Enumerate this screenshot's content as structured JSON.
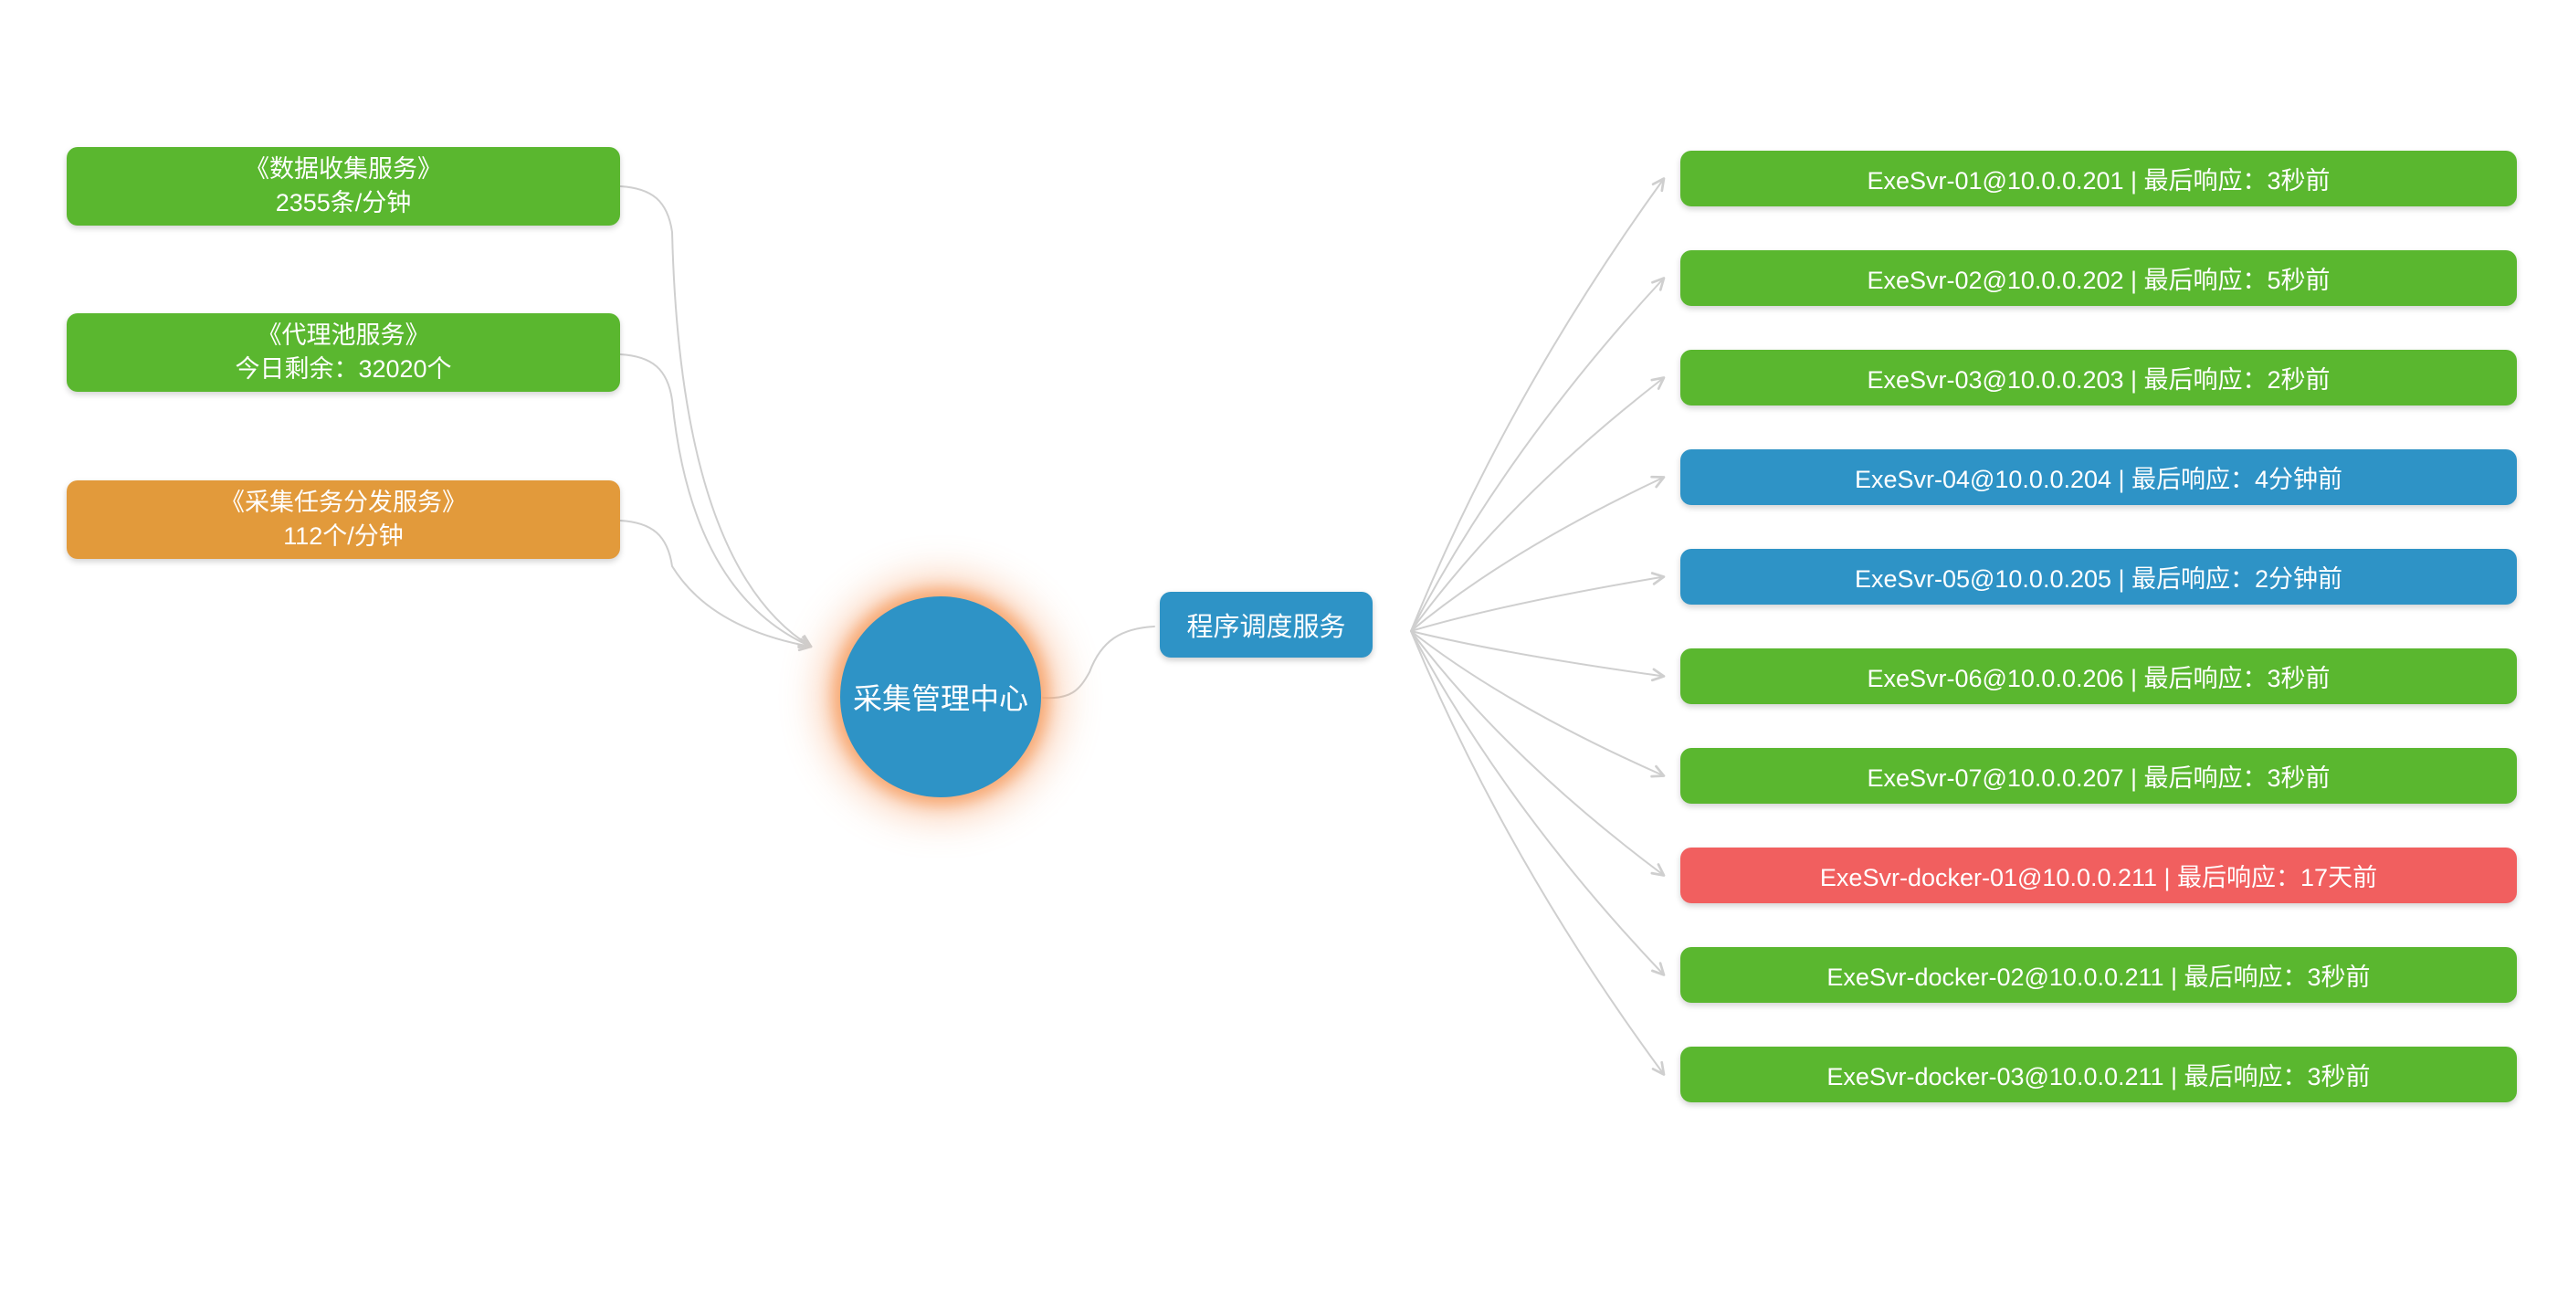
{
  "colors": {
    "green": "#5ab72f",
    "blue": "#2e93c6",
    "red": "#f15f5f",
    "orange": "#e29a3b",
    "connector": "#cfcfcf",
    "node_text": "#ffffff",
    "background": "#ffffff"
  },
  "left_services": [
    {
      "title": "《数据收集服务》",
      "detail": "2355条/分钟",
      "status": "green"
    },
    {
      "title": "《代理池服务》",
      "detail": "今日剩余：32020个",
      "status": "green"
    },
    {
      "title": "《采集任务分发服务》",
      "detail": "112个/分钟",
      "status": "orange"
    }
  ],
  "center": {
    "label": "采集管理中心"
  },
  "scheduler": {
    "label": "程序调度服务"
  },
  "servers": [
    {
      "label": "ExeSvr-01@10.0.0.201 | 最后响应：3秒前",
      "status": "green"
    },
    {
      "label": "ExeSvr-02@10.0.0.202 | 最后响应：5秒前",
      "status": "green"
    },
    {
      "label": "ExeSvr-03@10.0.0.203 | 最后响应：2秒前",
      "status": "green"
    },
    {
      "label": "ExeSvr-04@10.0.0.204 | 最后响应：4分钟前",
      "status": "blue"
    },
    {
      "label": "ExeSvr-05@10.0.0.205 | 最后响应：2分钟前",
      "status": "blue"
    },
    {
      "label": "ExeSvr-06@10.0.0.206 | 最后响应：3秒前",
      "status": "green"
    },
    {
      "label": "ExeSvr-07@10.0.0.207 | 最后响应：3秒前",
      "status": "green"
    },
    {
      "label": "ExeSvr-docker-01@10.0.0.211 | 最后响应：17天前",
      "status": "red"
    },
    {
      "label": "ExeSvr-docker-02@10.0.0.211 | 最后响应：3秒前",
      "status": "green"
    },
    {
      "label": "ExeSvr-docker-03@10.0.0.211 | 最后响应：3秒前",
      "status": "green"
    }
  ]
}
